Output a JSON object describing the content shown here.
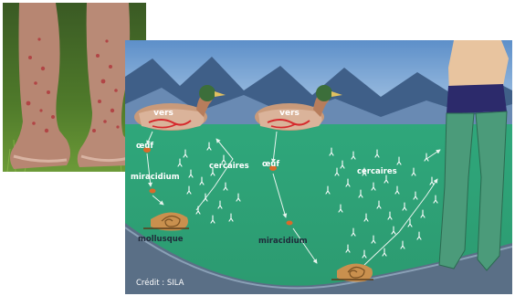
{
  "labels": {
    "vers_1": "vers",
    "vers_2": "vers",
    "oeuf_1": "œuf",
    "oeuf_2": "œuf",
    "miracidium_1": "miracidium",
    "miracidium_2": "miracidium",
    "cercaires_1": "cercaires",
    "cercaires_2": "cercaires",
    "mollusque": "mollusque",
    "credit": "Crédit : SILA"
  },
  "colors": {
    "sky": "#7fa9d6",
    "water": "#2fa77b",
    "water_deep": "#2f9e75",
    "mountains": "#3f5f88",
    "legs": "#4b9b7a",
    "swimsuit": "#2c2a6b",
    "parasite": "#ffffff",
    "worm": "#d6282c"
  }
}
